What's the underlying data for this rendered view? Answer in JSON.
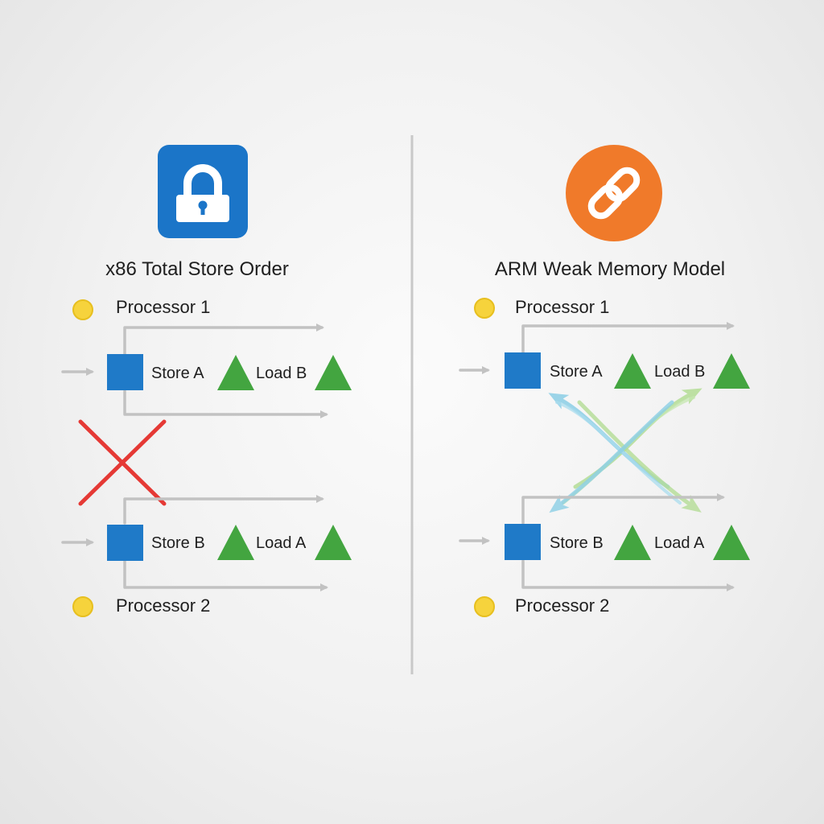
{
  "left": {
    "title": "x86 Total Store Order",
    "icon": "lock-icon",
    "icon_color": "#1b75c8",
    "processor1": "Processor 1",
    "processor2": "Processor 2",
    "row1": {
      "store": "Store A",
      "load": "Load B"
    },
    "row2": {
      "store": "Store B",
      "load": "Load A"
    },
    "reorder_mark": "x-mark-icon",
    "reorder_mark_color": "#e53935"
  },
  "right": {
    "title": "ARM Weak Memory Model",
    "icon": "chain-link-icon",
    "icon_color": "#f07a2a",
    "processor1": "Processor 1",
    "processor2": "Processor 2",
    "row1": {
      "store": "Store A",
      "load": "Load B"
    },
    "row2": {
      "store": "Store B",
      "load": "Load A"
    },
    "reorder_mark": "crossing-arrows-icon"
  },
  "colors": {
    "store": "#1f7ac8",
    "load": "#43a540",
    "processor_dot": "#f6d33c",
    "divider": "#c8c8c8",
    "flow": "#c2c2c2"
  }
}
